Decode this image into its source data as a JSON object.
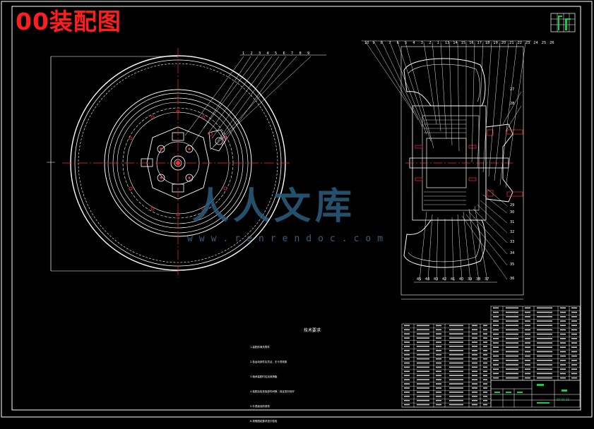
{
  "drawing": {
    "title": "00装配图",
    "watermark_text": "人人文库",
    "watermark_url": "www.renrendoc.com",
    "notes_title": "技术要求",
    "notes_lines": [
      "1.装配前清洗零件",
      "2.各运动部件应灵活，无卡滞现象",
      "3.轴承装配时应加润滑脂",
      "4.装配后检查各部件间隙，保证密封良好",
      "5.外表面涂防锈漆",
      "6.按照图纸要求进行检验"
    ],
    "drawing_code": "00-00-00",
    "left_view_balloons": [
      "1",
      "2",
      "3",
      "4",
      "5",
      "6",
      "7",
      "8",
      "9"
    ],
    "right_view_top_balloons": [
      "10",
      "9",
      "8",
      "7",
      "6",
      "5",
      "4",
      "3",
      "2",
      "1",
      "13",
      "14",
      "15",
      "16",
      "17",
      "18",
      "19",
      "20",
      "21",
      "22",
      "23",
      "24",
      "25",
      "26"
    ],
    "right_view_right_balloons": [
      "27",
      "28",
      "29",
      "30",
      "31",
      "32",
      "33",
      "34",
      "35",
      "36"
    ],
    "right_view_bottom_balloons": [
      "45",
      "44",
      "43",
      "42",
      "41",
      "40",
      "39",
      "38",
      "37"
    ]
  },
  "colors": {
    "background": "#000000",
    "lines": "#ffffff",
    "centerlines": "#ff2a2a",
    "accent_green": "#19c94a",
    "title": "#ff1e1e",
    "watermark": "#2b5f7f"
  }
}
